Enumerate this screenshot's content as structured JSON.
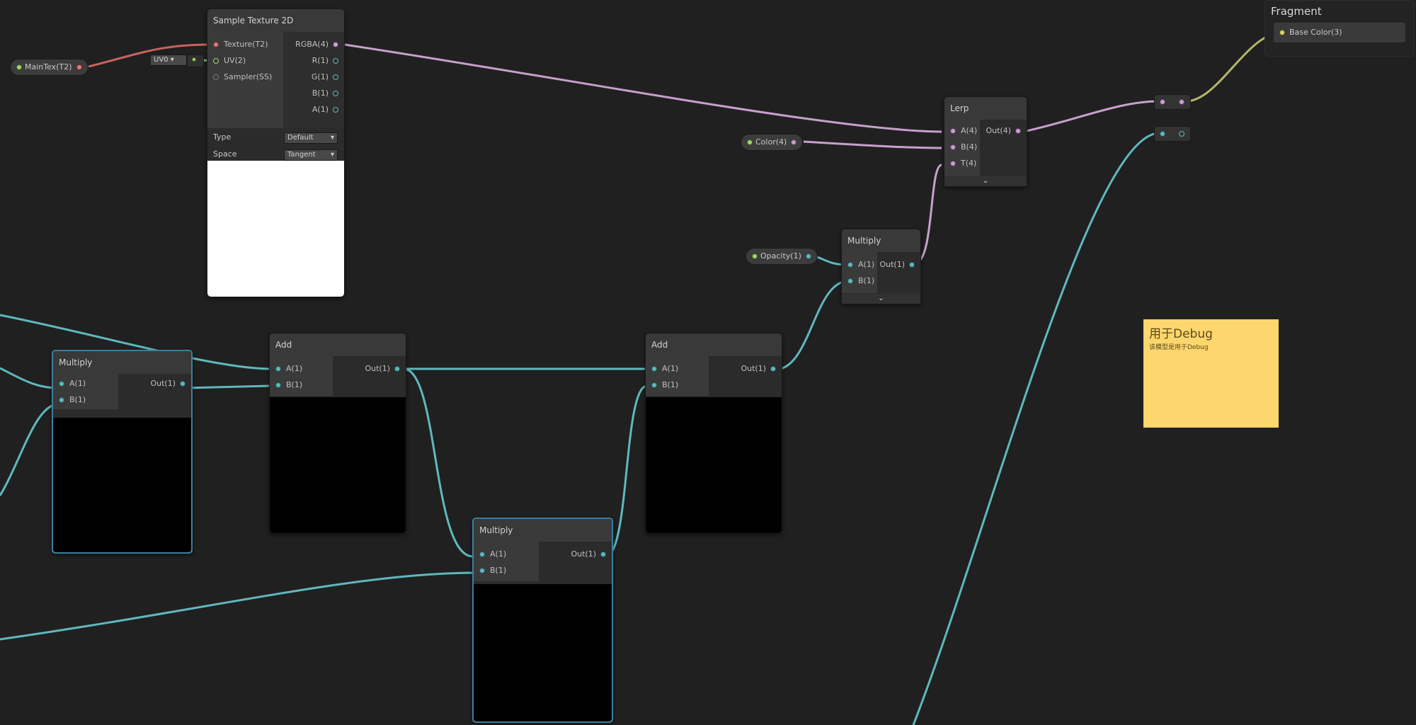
{
  "colors": {
    "vector4": "#c7a0cc",
    "float": "#5fb8bd",
    "texture": "#e07a7a",
    "uv": "#9fd66f",
    "vector3": "#b4b46a",
    "sticky": "#fdd66d"
  },
  "sample_texture": {
    "title": "Sample Texture 2D",
    "inputs": [
      "Texture(T2)",
      "UV(2)",
      "Sampler(SS)"
    ],
    "outputs": [
      "RGBA(4)",
      "R(1)",
      "G(1)",
      "B(1)",
      "A(1)"
    ],
    "type_label": "Type",
    "type_value": "Default",
    "space_label": "Space",
    "space_value": "Tangent"
  },
  "maintex": {
    "label": "MainTex(T2)"
  },
  "uv_node": {
    "label": "UV0"
  },
  "color_prop": {
    "label": "Color(4)"
  },
  "opacity_prop": {
    "label": "Opacity(1)"
  },
  "lerp": {
    "title": "Lerp",
    "inputs": [
      "A(4)",
      "B(4)",
      "T(4)"
    ],
    "output": "Out(4)"
  },
  "multiply_top": {
    "title": "Multiply",
    "inputs": [
      "A(1)",
      "B(1)"
    ],
    "output": "Out(1)"
  },
  "multiply_left": {
    "title": "Multiply",
    "inputs": [
      "A(1)",
      "B(1)"
    ],
    "output": "Out(1)"
  },
  "multiply_bottom": {
    "title": "Multiply",
    "inputs": [
      "A(1)",
      "B(1)"
    ],
    "output": "Out(1)"
  },
  "add_left": {
    "title": "Add",
    "inputs": [
      "A(1)",
      "B(1)"
    ],
    "output": "Out(1)"
  },
  "add_right": {
    "title": "Add",
    "inputs": [
      "A(1)",
      "B(1)"
    ],
    "output": "Out(1)"
  },
  "fragment": {
    "title": "Fragment",
    "slot": "Base Color(3)"
  },
  "sticky": {
    "title": "用于Debug",
    "body": "该模型是用于Debug"
  }
}
